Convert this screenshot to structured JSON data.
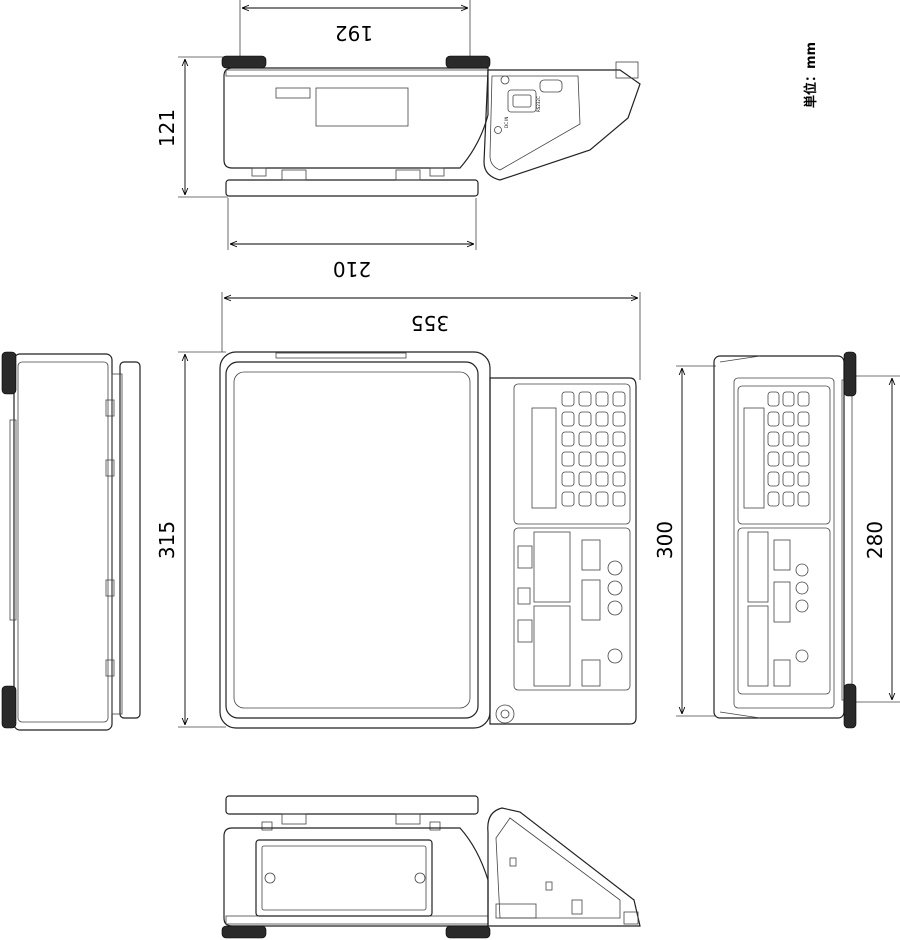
{
  "unit_label": "単位：mm",
  "dimensions": {
    "top_width": "192",
    "top_height": "121",
    "top_bottom_width": "210",
    "front_width": "355",
    "front_height": "315",
    "side_height_outer": "300",
    "side_height_inner": "280"
  },
  "labels": {
    "port_label_1": "RS232C",
    "port_label_2": "DC IN"
  },
  "colors": {
    "line": "#222222",
    "feet": "#2a2a2a",
    "background": "#ffffff"
  }
}
